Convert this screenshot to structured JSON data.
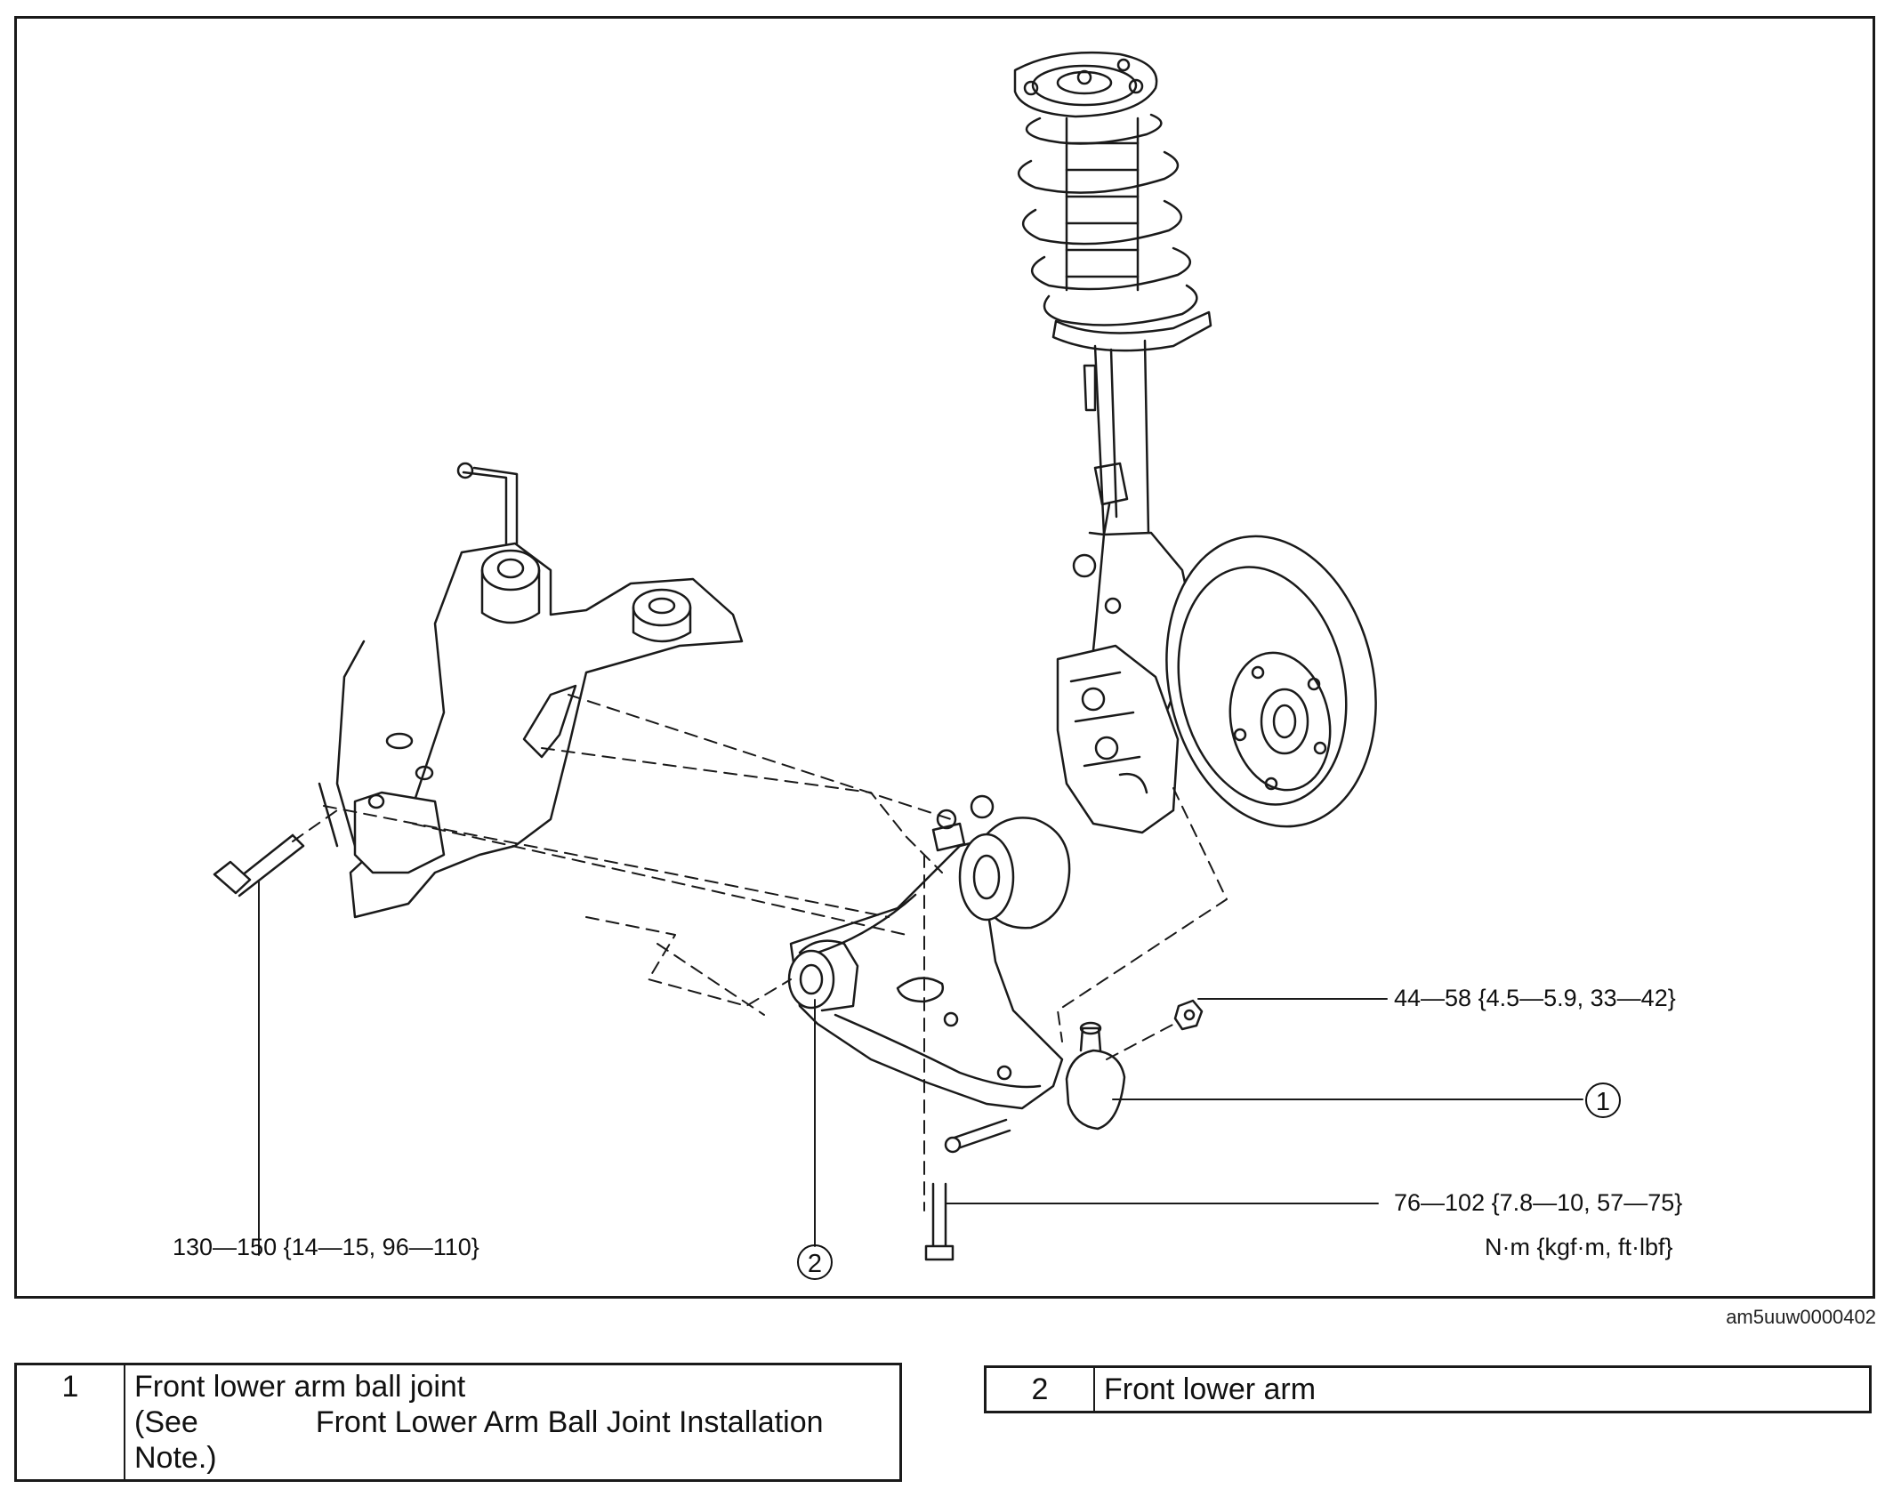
{
  "diagram": {
    "torques": {
      "subframe_bolt": "130—150 {14—15, 96—110}",
      "ball_joint_nut": "44—58 {4.5—5.9, 33—42}",
      "front_bolt": "76—102 {7.8—10, 57—75}"
    },
    "units": "N·m {kgf·m, ft·lbf}",
    "callouts": {
      "c1": "1",
      "c2": "2"
    },
    "figure_code": "am5uuw0000402"
  },
  "legend": {
    "items": [
      {
        "num": "1",
        "line1": "Front lower arm ball joint",
        "line2_a": "(See",
        "line2_b": "Front Lower Arm Ball Joint Installation",
        "line3": "Note.)"
      },
      {
        "num": "2",
        "name": "Front lower arm"
      }
    ]
  }
}
